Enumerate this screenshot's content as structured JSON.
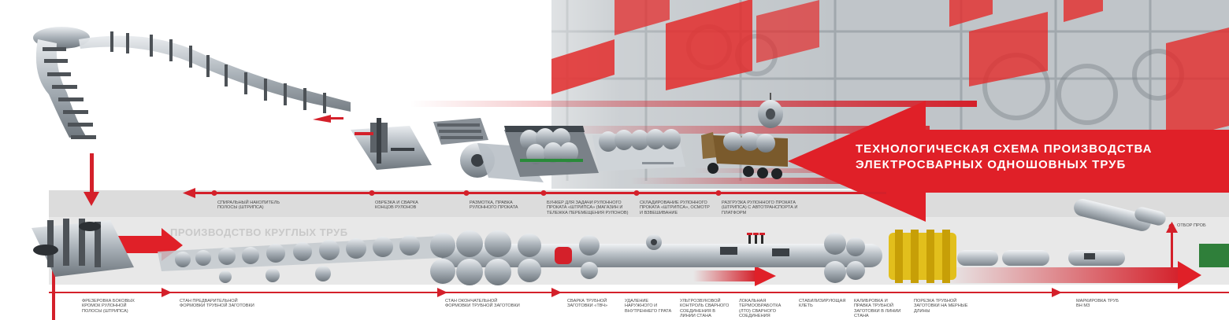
{
  "title": {
    "line1": "ТЕХНОЛОГИЧЕСКАЯ СХЕМА ПРОИЗВОДСТВА",
    "line2": "ЭЛЕКТРОСВАРНЫХ ОДНОШОВНЫХ ТРУБ"
  },
  "section_title": "ПРОИЗВОДСТВО КРУГЛЫХ ТРУБ",
  "colors": {
    "accent_red": "#d4202a",
    "grey_band": "#e6e6e6",
    "steel": "#9aa3ab"
  },
  "upper_steps": [
    "СПИРАЛЬНЫЙ НАКОПИТЕЛЬ ПОЛОСЫ (ШТРИПСА)",
    "ОБРЕЗКА И СВАРКА КОНЦОВ РУЛОНОВ",
    "РАЗМОТКА, ПРАВКА РУЛОННОГО ПРОКАТА",
    "БУНКЕР ДЛЯ ЗАДАЧИ РУЛОННОГО ПРОКАТА «ШТРИПСА» (МАГАЗИН И ТЕЛЕЖКА ПЕРЕМЕЩЕНИЯ РУЛОНОВ)",
    "СКЛАДИРОВАНИЕ РУЛОННОГО ПРОКАТА «ШТРИПСА», ОСМОТР И ВЗВЕШИВАНИЕ",
    "РАЗГРУЗКА РУЛОННОГО ПРОКАТА (ШТРИПСА) С АВТОТРАНСПОРТА И ПЛАТФОРМ"
  ],
  "lower_steps": [
    "ФРЕЗЕРОВКА БОКОВЫХ КРОМОК РУЛОННОЙ ПОЛОСЫ (ШТРИПСА)",
    "СТАН ПРЕДВАРИТЕЛЬНОЙ ФОРМОВКИ ТРУБНОЙ ЗАГОТОВКИ",
    "СТАН ОКОНЧАТЕЛЬНОЙ ФОРМОВКИ ТРУБНОЙ ЗАГОТОВКИ",
    "СВАРКА ТРУБНОЙ ЗАГОТОВКИ «ТВЧ»",
    "УДАЛЕНИЕ НАРУЖНОГО И ВНУТРЕННЕГО ГРАТА",
    "УЛЬТРОЗВУКОВОЙ КОНТРОЛЬ СВАРНОГО СОЕДИНЕНИЯ В ЛИНИИ СТАНА",
    "ЛОКАЛЬНАЯ ТЕРМООБРАБОТКА (ЛТО) СВАРНОГО СОЕДИНЕНИЯ",
    "СТАБИЛИЗИРУЮЩАЯ КЛЕТЬ",
    "КАЛИБРОВКА И ПРАВКА ТРУБНОЙ ЗАГОТОВКИ В ЛИНИИ СТАНА",
    "ПОРЕЗКА ТРУБНОЙ ЗАГОТОВКИ НА МЕРНЫЕ ДЛИНЫ",
    "МАРКИРОВКА ТРУБ ВН МЗ"
  ],
  "sample_label": "ОТБОР ПРОБ"
}
